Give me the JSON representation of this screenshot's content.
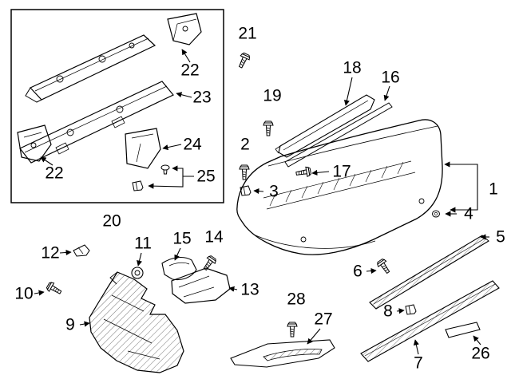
{
  "diagram": {
    "kind": "exploded-parts-diagram",
    "colors": {
      "line": "#000000",
      "background": "#ffffff"
    },
    "callouts": {
      "n1": "1",
      "n2": "2",
      "n3": "3",
      "n4": "4",
      "n5": "5",
      "n6": "6",
      "n7": "7",
      "n8": "8",
      "n9": "9",
      "n10": "10",
      "n11": "11",
      "n12": "12",
      "n13": "13",
      "n14": "14",
      "n15": "15",
      "n16": "16",
      "n17": "17",
      "n18": "18",
      "n19": "19",
      "n20": "20",
      "n21": "21",
      "n22a": "22",
      "n22b": "22",
      "n23": "23",
      "n24": "24",
      "n25": "25",
      "n26": "26",
      "n27": "27",
      "n28": "28"
    }
  }
}
